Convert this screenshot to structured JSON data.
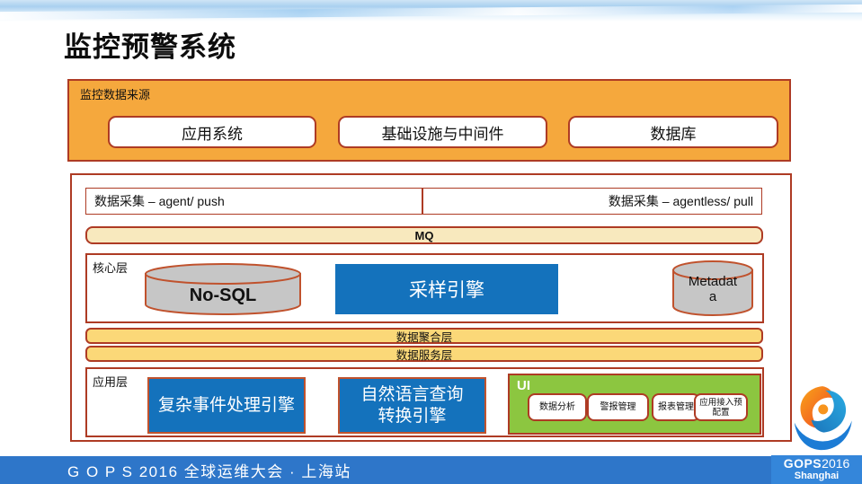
{
  "slide": {
    "title": "监控预警系统"
  },
  "colors": {
    "orange_fill": "#F5A83D",
    "border_red": "#AE3B24",
    "engine_blue": "#1472BC",
    "ui_green": "#8CC640",
    "mq_cream": "#F8E9BE",
    "layer_gold": "#FBD878",
    "cylinder_gray": "#C6C6C6",
    "footer_blue": "#2E76C9"
  },
  "sources": {
    "label": "监控数据来源",
    "items": [
      "应用系统",
      "基础设施与中间件",
      "数据库"
    ]
  },
  "collection": {
    "agent": "数据采集 – agent/ push",
    "agentless": "数据采集 – agentless/ pull"
  },
  "mq_label": "MQ",
  "core": {
    "label": "核心层",
    "nosql": "No-SQL",
    "sampling_engine": "采样引擎",
    "metadata": "Metadata"
  },
  "layers": {
    "aggregation": "数据聚合层",
    "service": "数据服务层"
  },
  "application": {
    "label": "应用层",
    "cep_engine": "复杂事件处理引擎",
    "nl_query_engine": "自然语言查询转换引擎",
    "ui": {
      "label": "UI",
      "items": [
        "数据分析",
        "警报管理",
        "报表管理",
        "应用接入预配置"
      ]
    }
  },
  "footer": {
    "text": "G O P S 2016 全球运维大会 · 上海站",
    "logo": {
      "name": "GOPS",
      "year": "2016",
      "city": "Shanghai"
    }
  }
}
